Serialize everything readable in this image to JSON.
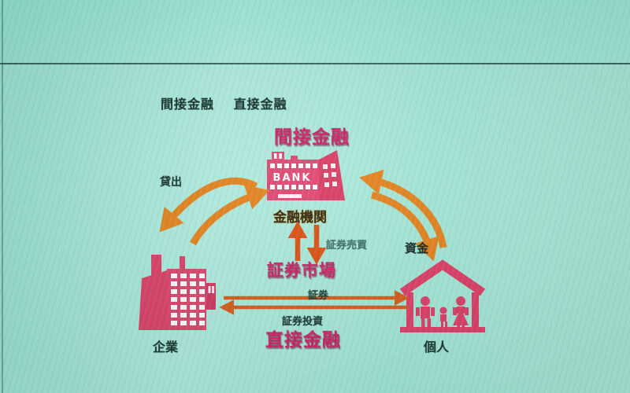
{
  "header": {
    "menu_item_1": "間接金融",
    "menu_item_2": "直接金融"
  },
  "diagram": {
    "indirect_finance_title": "間接金融",
    "direct_finance_title": "直接金融",
    "securities_market_title": "証券市場",
    "bank": {
      "sign": "BANK",
      "label": "金融機関"
    },
    "company": {
      "label": "企業"
    },
    "individual": {
      "label": "個人"
    },
    "flows": {
      "lending": "貸出",
      "funds": "資金",
      "securities_trading": "証券売買",
      "securities": "証券",
      "securities_investment": "証券投資"
    }
  },
  "colors": {
    "background_teal": "#a9e8da",
    "pink_heading": "#cf2060",
    "crimson_icon": "#e04570",
    "orange_arrow": "#e6821c",
    "red_orange_arrow": "#dd4f10",
    "dark_text": "#1b3730"
  }
}
